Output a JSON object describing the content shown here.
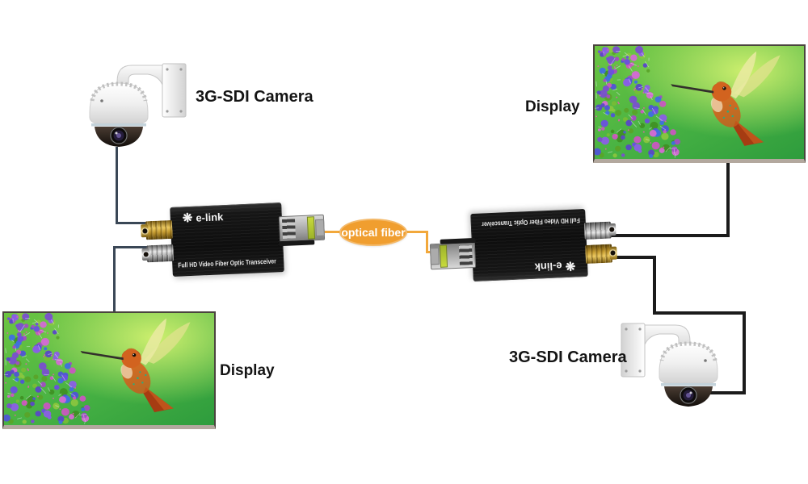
{
  "page": {
    "background": "#ffffff"
  },
  "nodes": {
    "camera_top_left": {
      "label": "3G-SDI Camera",
      "type": "ptz-dome-camera"
    },
    "display_top_right": {
      "label": "Display",
      "type": "monitor-hummingbird-image"
    },
    "display_bottom_left": {
      "label": "Display",
      "type": "monitor-hummingbird-image"
    },
    "camera_bottom_right": {
      "label": "3G-SDI Camera",
      "type": "ptz-dome-camera"
    },
    "transceiver_left": {
      "brand": "e-link",
      "model_text": "Full HD Video Fiber Optic Transceiver"
    },
    "transceiver_right": {
      "brand": "e-link",
      "model_text": "Full HD Video Fiber Optic Transceiver"
    }
  },
  "fiber": {
    "label": "optical fiber",
    "badge_color": "#F09E2F",
    "line_color": "#F2A83B"
  },
  "cables": {
    "left_color": "#3A4756",
    "right_color": "#1B1B1B"
  },
  "colors": {
    "transceiver_body": "#141414",
    "bnc_gold": "#D4AF37",
    "bnc_silver": "#C0C0C0",
    "display_frame": "#4A443E"
  },
  "icons": {
    "brand_flower": "❋"
  }
}
